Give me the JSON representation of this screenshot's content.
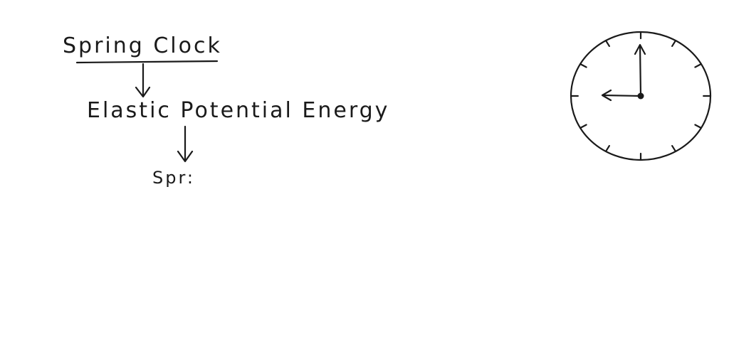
{
  "notes": {
    "heading": "Spring Clock",
    "step1": "Elastic Potential Energy",
    "step2": "Spr:"
  },
  "clock": {
    "hour_hand": "9",
    "minute_hand": "12",
    "tick_marks": 12
  },
  "colors": {
    "ink": "#1a1a1a",
    "background": "#ffffff"
  },
  "icons": {
    "arrow": "down-arrow-icon",
    "clock": "clock-icon"
  }
}
